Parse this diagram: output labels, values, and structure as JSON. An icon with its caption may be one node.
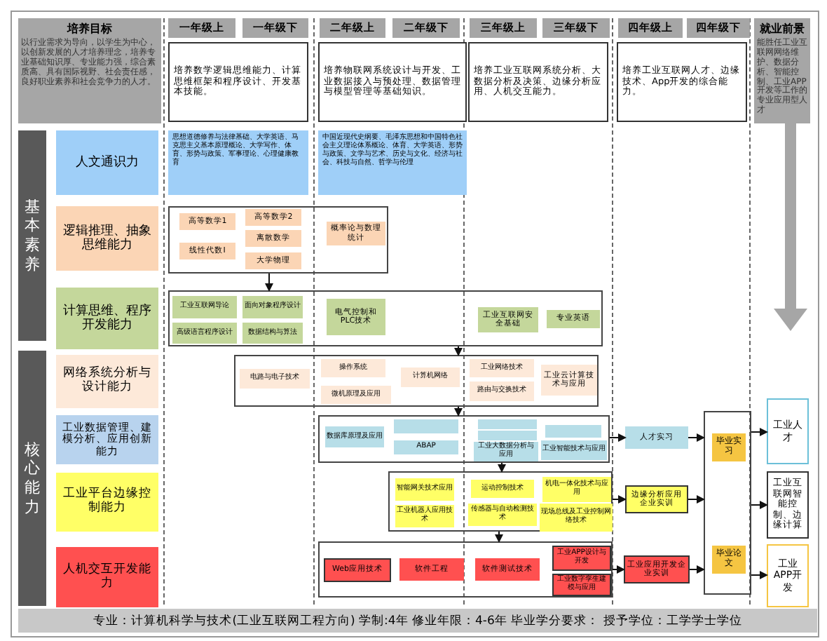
{
  "diagram": {
    "caption": "专业：计算机科学与技术(工业互联网工程方向) 学制:4年 修业年限：4-6年 毕业学分要求： 授予学位：工学学士学位",
    "nodes": [
      {
        "text": [
          "培养目标",
          "以行业需求为导向，以学生为中心，以创新发展的人才培养理念，培养专业基础知识厚、专业能力强，综合素质高、具有国际视野、社会责任感，良好职业素养和社会竞争力的人才。"
        ]
      },
      {
        "text": [
          "一年级上"
        ]
      },
      {
        "text": [
          "一年级下"
        ]
      },
      {
        "text": [
          "二年级上"
        ]
      },
      {
        "text": [
          "二年级下"
        ]
      },
      {
        "text": [
          "三年级上"
        ]
      },
      {
        "text": [
          "三年级下"
        ]
      },
      {
        "text": [
          "四年级上"
        ]
      },
      {
        "text": [
          "四年级下"
        ]
      },
      {
        "text": [
          "就业前景",
          "能胜任工业互联网网络维护、数据分析、智能控制、工业APP开发等工作的专业应用型人才"
        ]
      },
      {
        "text": [
          "培养数学逻辑思维能力、计算思维框架和程序设计、开发基本技能。"
        ]
      },
      {
        "text": [
          "培养物联网系统设计与开发、工业数据接入与预处理、数据管理与模型管理等基础知识。"
        ]
      },
      {
        "text": [
          "培养工业互联网系统分析、大数据分析及决策、边缘分析应用、人机交互能力。"
        ]
      },
      {
        "text": [
          "培养工业互联网人才、边缘技术、App开发的综合能力。"
        ]
      },
      {
        "text": [
          "基本素养"
        ]
      },
      {
        "text": [
          "核心能力"
        ]
      },
      {
        "text": [
          "人文通识力"
        ]
      },
      {
        "text": [
          "逻辑推理、抽象思维能力"
        ]
      },
      {
        "text": [
          "计算思维、程序开发能力"
        ]
      },
      {
        "text": [
          "网络系统分析与设计能力"
        ]
      },
      {
        "text": [
          "工业数据管理、建模分析、应用创新能力"
        ]
      },
      {
        "text": [
          "工业平台边缘控制能力"
        ]
      },
      {
        "text": [
          "人机交互开发能力"
        ]
      },
      {
        "text": [
          "思想道德修养与法律基础、大学英语、马克思主义基本原理概论、大学写作、体育、形势与政策、军事理论、心理健康教育"
        ]
      },
      {
        "text": [
          "中国近现代史纲要、毛泽东思想和中国特色社会主义理论体系概论、体育、大学英语、形势与政策、文学与艺术、历史与文化、经济与社会、科技与自然、哲学与伦理"
        ]
      },
      {
        "text": [],
        "shape": "box"
      },
      {
        "text": [
          "高等数学1"
        ],
        "in": 25
      },
      {
        "text": [
          "高等数学2"
        ],
        "in": 25
      },
      {
        "text": [
          "线性代数Ⅰ"
        ],
        "in": 25
      },
      {
        "text": [
          "离散数学"
        ],
        "in": 25
      },
      {
        "text": [
          "大学物理"
        ],
        "in": 25
      },
      {
        "text": [
          "概率论与数理统计"
        ],
        "in": 25
      },
      {
        "text": [],
        "shape": "box"
      },
      {
        "text": [
          "工业互联网导论"
        ],
        "in": 32
      },
      {
        "text": [
          "面向对象程序设计"
        ],
        "in": 32
      },
      {
        "text": [
          "高级语言程序设计"
        ],
        "in": 32
      },
      {
        "text": [
          "数据结构与算法"
        ],
        "in": 32
      },
      {
        "text": [
          "电气控制和PLC技术"
        ],
        "in": 32
      },
      {
        "text": [
          "工业互联网安全基础"
        ],
        "in": 32
      },
      {
        "text": [
          "专业英语"
        ],
        "in": 32
      },
      {
        "text": [],
        "shape": "box"
      },
      {
        "text": [
          "电路与电子技术"
        ],
        "in": 40
      },
      {
        "text": [
          "操作系统"
        ],
        "in": 40
      },
      {
        "text": [
          "微机原理及应用"
        ],
        "in": 40
      },
      {
        "text": [
          "计算机网络"
        ],
        "in": 40
      },
      {
        "text": [
          "工业网络技术"
        ],
        "in": 40
      },
      {
        "text": [
          "路由与交换技术"
        ],
        "in": 40
      },
      {
        "text": [
          "工业云计算技术与应用"
        ],
        "in": 40
      },
      {
        "text": [],
        "shape": "box"
      },
      {
        "text": [
          "数据库原理及应用"
        ],
        "in": 48
      },
      {
        "text": [],
        "shape": "box",
        "in": 48
      },
      {
        "text": [
          "ABAP"
        ],
        "in": 48
      },
      {
        "text": [],
        "shape": "box",
        "in": 48
      },
      {
        "text": [],
        "shape": "box",
        "in": 48
      },
      {
        "text": [
          "工业大数据分析与应用"
        ],
        "in": 48
      },
      {
        "text": [],
        "shape": "box",
        "in": 48
      },
      {
        "text": [
          "工业智能技术与应用"
        ],
        "in": 48
      },
      {
        "text": [],
        "shape": "box"
      },
      {
        "text": [
          "智能网关技术应用"
        ],
        "in": 57
      },
      {
        "text": [
          "工业机器人应用技术"
        ],
        "in": 57
      },
      {
        "text": [
          "运动控制技术"
        ],
        "in": 57
      },
      {
        "text": [
          "传感器与自动检测技术"
        ],
        "in": 57
      },
      {
        "text": [
          "机电一体化技术与应用"
        ],
        "in": 57
      },
      {
        "text": [
          "现场总线及工业控制网络技术"
        ],
        "in": 57
      },
      {
        "text": [],
        "shape": "box"
      },
      {
        "text": [
          "Web应用技术"
        ],
        "in": 64
      },
      {
        "text": [
          "软件工程"
        ],
        "in": 64
      },
      {
        "text": [
          "软件测试技术"
        ],
        "in": 64
      },
      {
        "text": [
          "工业APP设计与开发"
        ],
        "in": 64
      },
      {
        "text": [
          "工业数字孪生建模与应用"
        ],
        "in": 64
      },
      {
        "text": [
          "人才实习"
        ]
      },
      {
        "text": [
          "边缘分析应用企业实训"
        ]
      },
      {
        "text": [
          "工业应用开发企业实训"
        ]
      },
      {
        "text": [],
        "shape": "box"
      },
      {
        "text": [
          "毕业实习"
        ],
        "in": 73
      },
      {
        "text": [
          "毕业论文"
        ],
        "in": 73
      },
      {
        "text": [
          "工业人才"
        ]
      },
      {
        "text": [
          "工业互联网智能控制、边缘计算"
        ]
      },
      {
        "text": [
          "工业APP开发"
        ]
      }
    ],
    "edges": [
      {
        "from": 25,
        "to": 32,
        "arrow": "to"
      },
      {
        "from": 32,
        "to": 40,
        "arrow": "to"
      },
      {
        "from": 40,
        "to": 48,
        "arrow": "to"
      },
      {
        "from": 48,
        "to": 57,
        "arrow": "to"
      },
      {
        "from": 57,
        "to": 64,
        "arrow": "to"
      },
      {
        "from": 48,
        "to": 70,
        "arrow": "to"
      },
      {
        "from": 57,
        "to": 71,
        "arrow": "to"
      },
      {
        "from": 64,
        "to": 72,
        "arrow": "to"
      },
      {
        "from": 70,
        "to": 73,
        "arrow": "to"
      },
      {
        "from": 71,
        "to": 73,
        "arrow": "to"
      },
      {
        "from": 72,
        "to": 73,
        "arrow": "to"
      },
      {
        "from": 73,
        "to": 76,
        "arrow": "to"
      },
      {
        "from": 73,
        "to": 77,
        "arrow": "to"
      },
      {
        "from": 73,
        "to": 78,
        "arrow": "to"
      }
    ]
  }
}
